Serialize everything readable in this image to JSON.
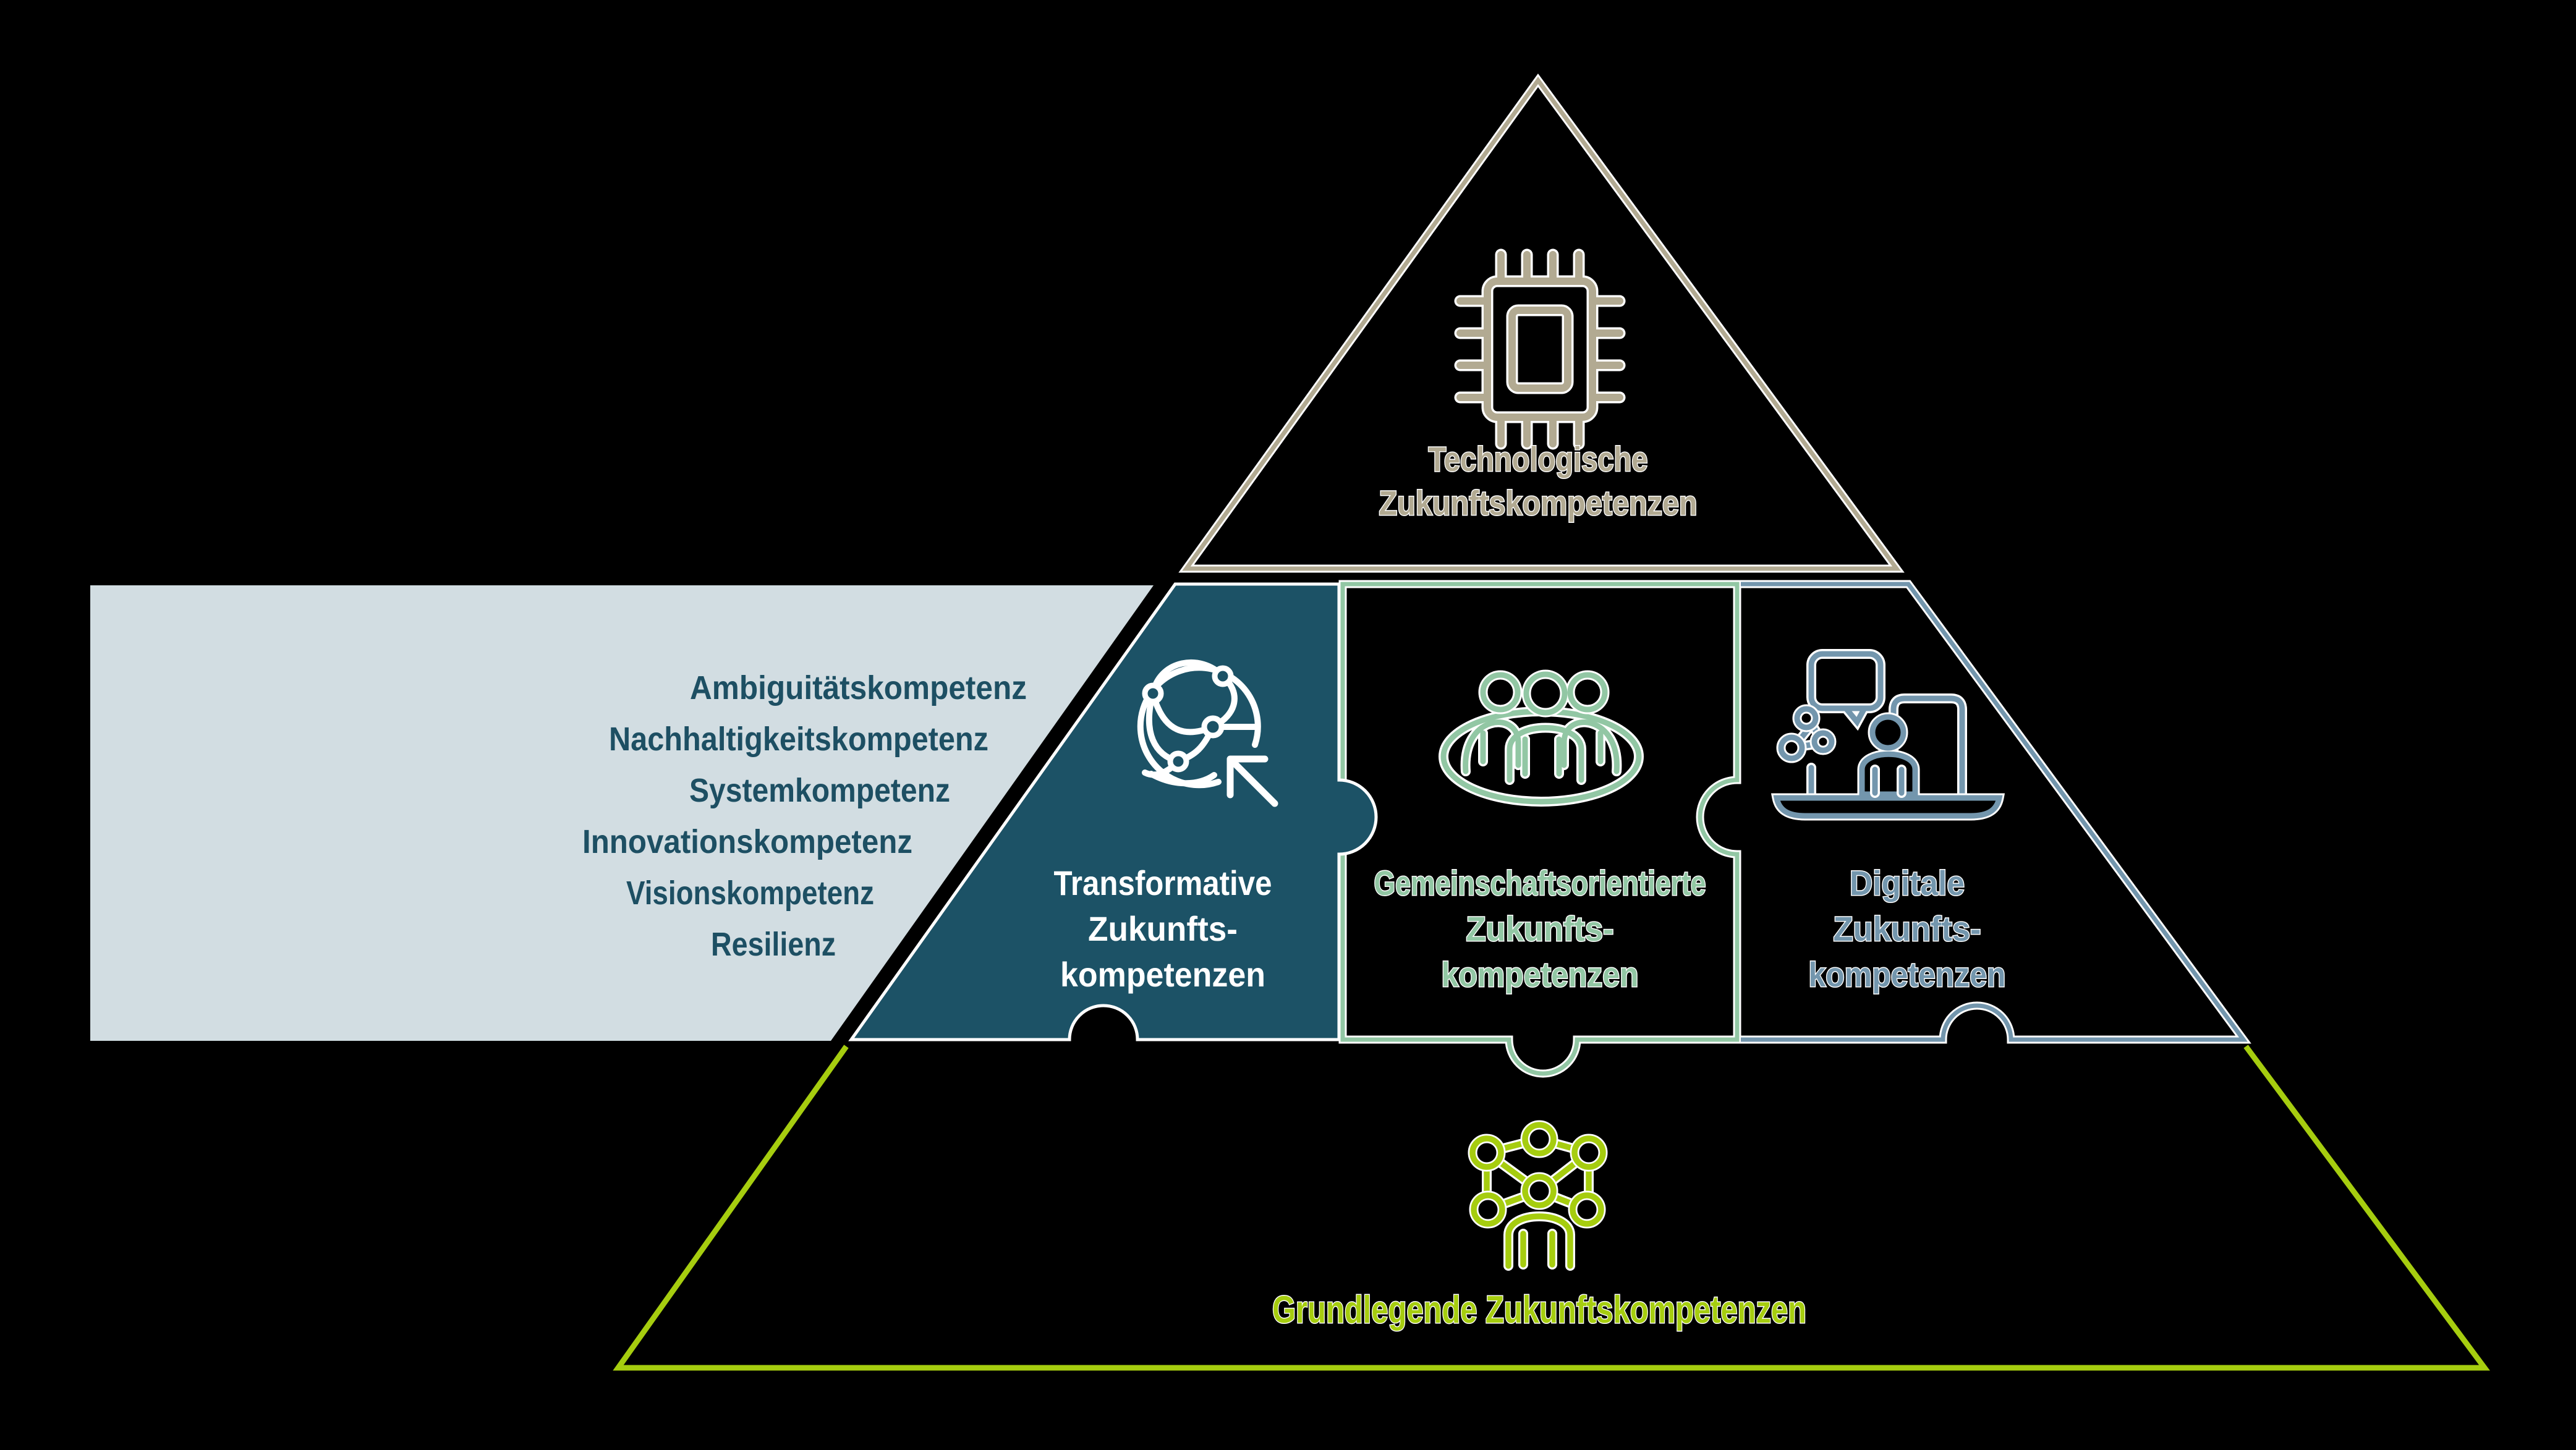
{
  "diagram_title_implicit": "Zukunftskompetenzen-Pyramide",
  "colors": {
    "background": "#000000",
    "beige": "#b2aa92",
    "teal_fill": "#1c5266",
    "sage_green": "#92c7a4",
    "steel_blue": "#7396ad",
    "bright_green": "#a6cd0f",
    "panel_background": "#d2dde2",
    "panel_text": "#1d4f63",
    "white": "#ffffff"
  },
  "top_section": {
    "icon": "chip-icon",
    "line1": "Technologische",
    "line2": "Zukunftskompetenzen"
  },
  "side_panel": {
    "items": [
      "Ambiguitätskompetenz",
      "Nachhaltigkeitskompetenz",
      "Systemkompetenz",
      "Innovationskompetenz",
      "Visionskompetenz",
      "Resilienz"
    ]
  },
  "middle_section": {
    "transformative": {
      "icon": "globe-network-cursor-icon",
      "lines": [
        "Transformative",
        "Zukunfts-",
        "kompetenzen"
      ]
    },
    "community": {
      "icon": "people-group-icon",
      "lines": [
        "Gemeinschaftsorientierte",
        "Zukunfts-",
        "kompetenzen"
      ]
    },
    "digital": {
      "icon": "laptop-video-call-icon",
      "lines": [
        "Digitale",
        "Zukunfts-",
        "kompetenzen"
      ]
    }
  },
  "base_section": {
    "icon": "person-network-icon",
    "label": "Grundlegende Zukunftskompetenzen"
  }
}
